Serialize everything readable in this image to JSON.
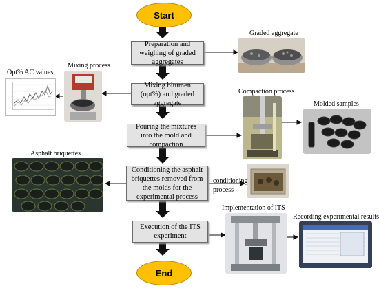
{
  "flow": {
    "start": "Start",
    "end": "End",
    "steps": [
      "Preparation and weighing of graded aggregates",
      "Mixing bitumen (opt%) and graded aggregate",
      "Pouring the mixtures into the mold and compaction",
      "Conditioning the asphalt briquettes removed from the molds for the experimental process",
      "Execution of the ITS experiment"
    ]
  },
  "labels": {
    "graded_aggregate": "Graded aggregate",
    "mixing_process": "Mixing process",
    "opt_ac_values": "Opt% AC values",
    "compaction_process": "Compaction process",
    "molded_samples": "Molded samples",
    "asphalt_briquettes": "Asphalt briquettes",
    "conditioning_line1": "conditioning",
    "conditioning_line2": "process",
    "implementation_its": "Implementation of ITS",
    "recording_results": "Recording experimental results"
  },
  "colors": {
    "terminal_fill": "#ffc000",
    "step_fill": "#e3e3e3",
    "arrow": "#111111"
  }
}
